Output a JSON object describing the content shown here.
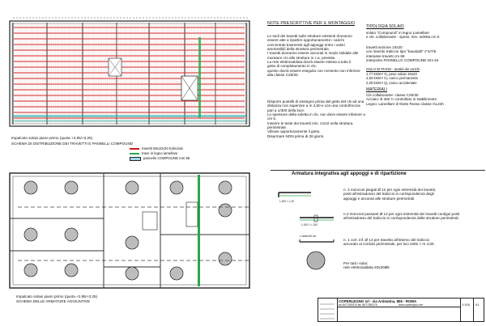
{
  "plan_top": {
    "title": "Impalcato solaio piano primo (quota +2,95/+3,25)",
    "subtitle": "SCHEMA DI DISTRIBUZIONE DEI TRAVETTI E PANNELLI COMPOUND",
    "legend": [
      {
        "label": "travetti 55x10x20 tralicciati",
        "color": "#d11a1a"
      },
      {
        "label": "trave in legno lamellare",
        "color": "#2aa84a"
      },
      {
        "label": "pannello COMPOUND mm 55",
        "color": "#1a1a1a"
      }
    ]
  },
  "plan_bottom": {
    "title": "Impalcato solaio piano primo (quota +2,95/+3,25)",
    "subtitle": "SCHEMA DELLE ARMATURE AGGIUNTIVE"
  },
  "notes": {
    "heading": "NOTE PRESCRITTIVE PER IL MONTAGGIO",
    "paragraphs": [
      [
        "Le sedi dei travetti sulle strutture esistenti dovranno",
        "essere atte a ripartire opportunamente i carichi",
        "concentrati trasmessi agli appoggi entro i valori",
        "ammissibili della struttura perimetrale.",
        "I travetti dovranno essere ancorati in modo solidale alle",
        "murature c/o alle strutture in c.a. previste.",
        "La rete elettrosaldata dovrà essere estesa a tutto il",
        "getto di completamento in cls;",
        "questo dovrà essere eseguito con cemento non inferiore",
        "alla classe C25/30."
      ],
      [
        "Disporre puntelli di sostegno prima del getto del cls ad una",
        "distanza non superiore a m 2,50 e con una controfreccia",
        "pari a 1/300 della luce.",
        "Lo spessore della soletta in cls. non deve essere inferiore a",
        "cm 5.",
        "Inserire le teste dei travetti min. cm10 nella struttura",
        "perimetrale.",
        "Vibrare opportunamente il getto.",
        "Disarmare NON prima di 28 giorni."
      ]
    ]
  },
  "tipologia": {
    "heading": "TIPOLOGIA SOLAIO",
    "lines": [
      "solaio \"Compound\" in legno Lamellare",
      "e cls. collaborante - spess. min. soletta cm 5"
    ],
    "spec_lines": [
      "travetti sezione 10x20",
      "con inserito traliccio tipo \"baustahl\" # 5/7/5",
      "interasse travetti cm 66",
      "interposto PANNELLO COMPOUND mm 54"
    ],
    "loads_heading": "SOLAI DI PIANO - analisi dei carichi",
    "loads": [
      "1,77 kN/m² G₁ peso solaio 10x20",
      "2,50 kN/m² G₂ carico permanente",
      "2,00 kN/m² Q₁ carico accidentale"
    ],
    "materials_heading": "MATERIALI",
    "materials": [
      "Cls collaborante: classe C25/30",
      "Acciaio: B 450 C controllato in stabilimento",
      "Legno: Lamellare d'Abete Rosso classe GL24h"
    ]
  },
  "armatura": {
    "heading": "Armatura integrativa agli appoggi e di ripartizione",
    "items": [
      [
        "n. 2 monconi piegati Ø 12 per ogni estremità dei travetti,",
        "posti all'estradosso del traliccio in corrispondenza degli",
        "appoggi e ancorati alle strutture perimetrali."
      ],
      [
        "n.2 monconi passanti Ø 12 per ogni estremità dei travetti contigui posti",
        "all'estradosso del traliccio in corrispondenza delle strutture perimetrali."
      ],
      [
        "n. 1 corr. inf. Ø 14 per travetto all'interno del traliccio",
        "ancorato al cordolo perimetrale, per luci nette > m 4,50."
      ]
    ],
    "sample_labels": [
      "L.200 + L.20",
      "L.100 + L.100",
      "L.netta+40 cm"
    ],
    "footer": [
      "Per tutti i solai:",
      "rete elettrosaldata 20x20Ø6"
    ]
  },
  "titleblock": {
    "company": "COPERLEGNO srl - via Ardeatina, 855 - ROMA",
    "phone": "tel.06/71350376 fax 06/71350376",
    "web": "www.coperlegno.com",
    "scale": "1:100",
    "sheet": "01"
  },
  "colors": {
    "joist": "#d11a1a",
    "beam": "#2aa84a",
    "teal": "#18a7a0"
  }
}
